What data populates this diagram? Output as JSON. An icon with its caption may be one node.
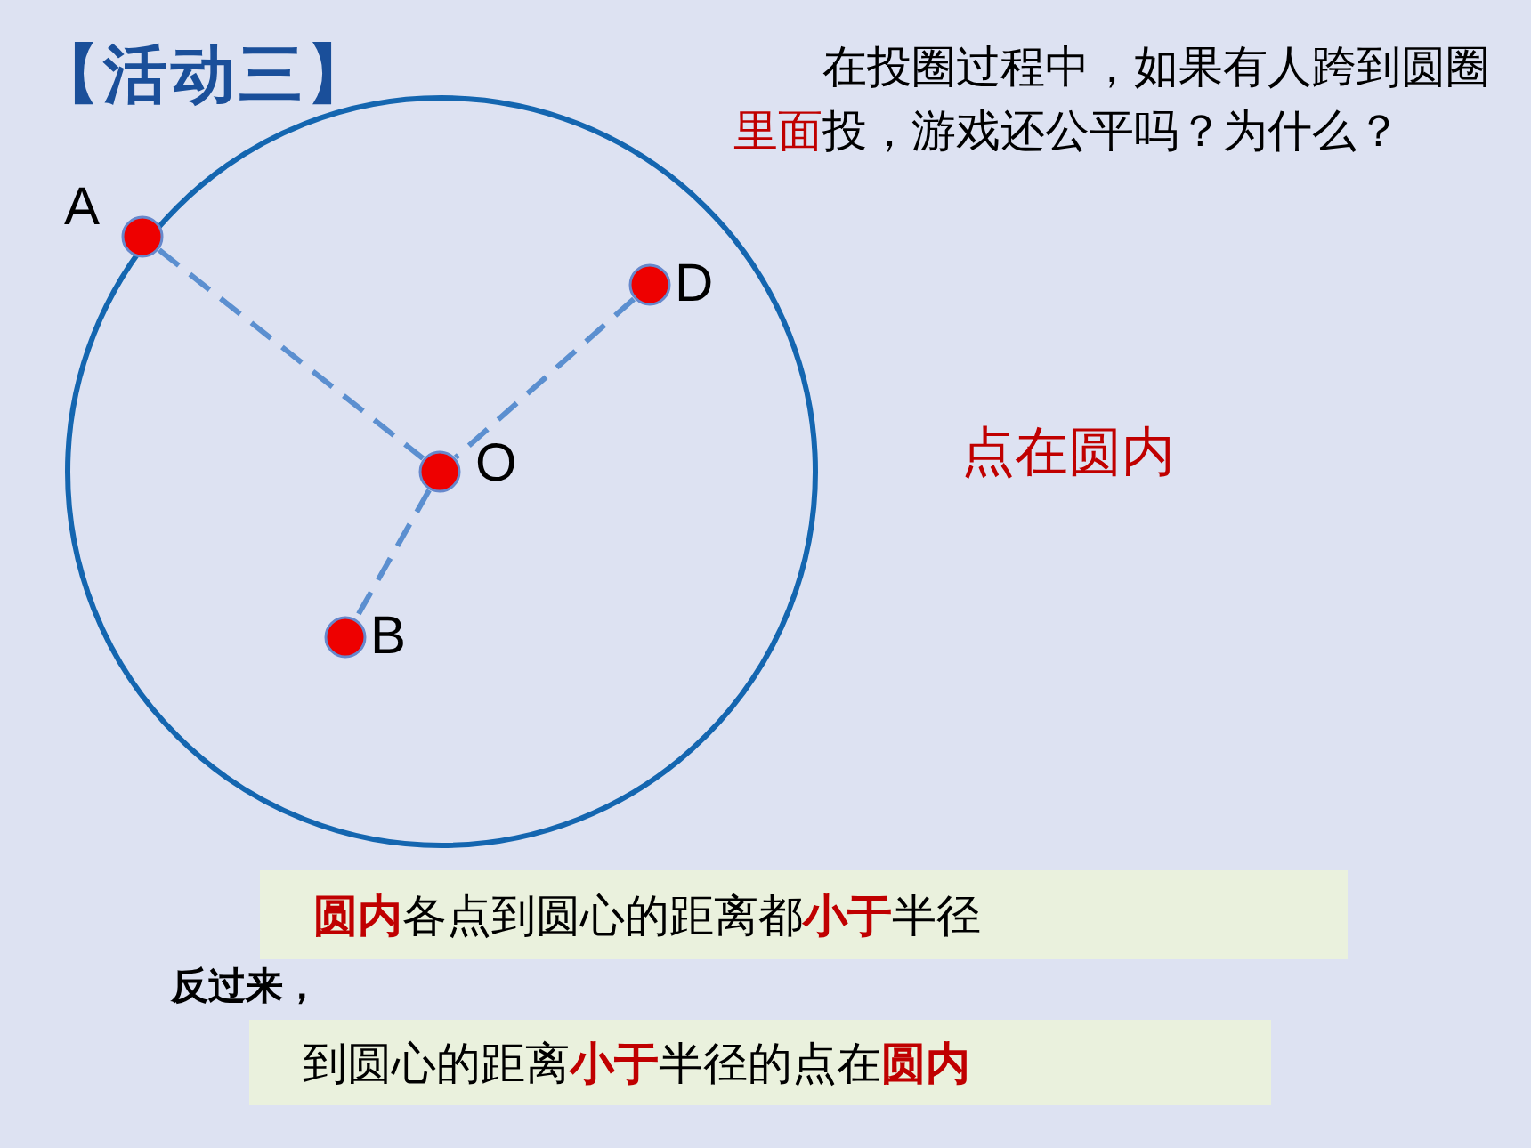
{
  "diagram": {
    "nodes": [
      {
        "text": [],
        "shape": "circle"
      },
      {
        "text": [
          "A"
        ]
      },
      {
        "text": [
          "D"
        ],
        "in": 0
      },
      {
        "text": [
          "O"
        ],
        "in": 0
      },
      {
        "text": [
          "B"
        ],
        "in": 0
      },
      {
        "text": [
          "**圆内**各点到圆心的距离都**小于**半径"
        ]
      },
      {
        "text": [
          "到圆心的距离**小于**半径的点在**圆内**"
        ]
      }
    ],
    "edges": [
      {
        "from": 1,
        "to": 3,
        "arrow": "none",
        "style": "dashed"
      },
      {
        "from": 2,
        "to": 3,
        "arrow": "none",
        "style": "dashed"
      },
      {
        "from": 3,
        "to": 4,
        "arrow": "none",
        "style": "dashed"
      }
    ],
    "labels": [
      "【活动三】",
      "在投圈过程中，如果有人跨到圆圈**里面**投，游戏还公平吗？为什么？",
      "点在圆内",
      "反过来，"
    ]
  }
}
